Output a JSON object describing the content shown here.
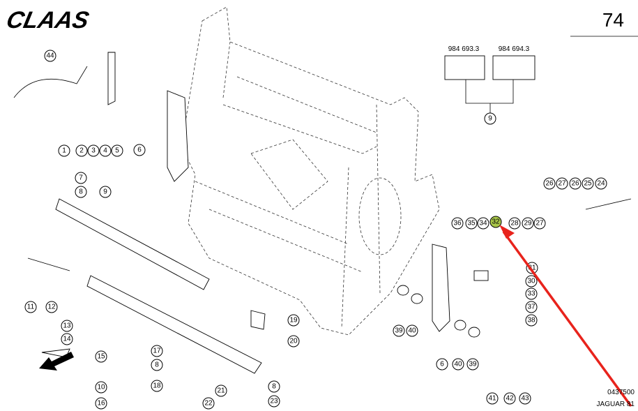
{
  "header": {
    "brand": "CLAAS",
    "page_number": "74"
  },
  "part_numbers": [
    "984 693.3",
    "984 694.3"
  ],
  "callouts": [
    "44",
    "1",
    "2",
    "3",
    "4",
    "5",
    "6",
    "7",
    "8",
    "9",
    "11",
    "12",
    "13",
    "14",
    "15",
    "17",
    "8",
    "10",
    "16",
    "18",
    "19",
    "20",
    "21",
    "22",
    "8",
    "23",
    "36",
    "35",
    "34",
    "32",
    "28",
    "29",
    "27",
    "26",
    "27",
    "26",
    "25",
    "24",
    "31",
    "30",
    "33",
    "37",
    "38",
    "39",
    "40",
    "6",
    "40",
    "39",
    "41",
    "42",
    "43",
    "9"
  ],
  "footer": {
    "drawing_code": "0437500",
    "model": "JAGUAR 81"
  },
  "colors": {
    "highlight": "#a8c64a",
    "arrow": "#e8231c"
  }
}
